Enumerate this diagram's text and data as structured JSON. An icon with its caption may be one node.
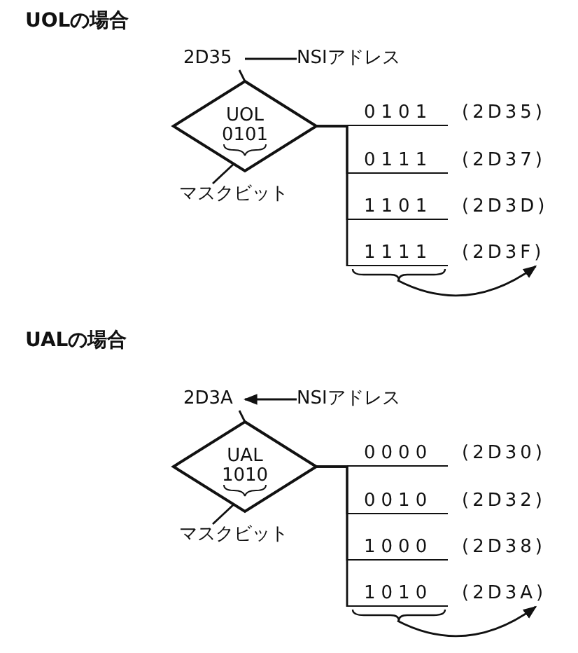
{
  "diagram": {
    "nodes": [
      {
        "text": [
          "UOL",
          "0101"
        ]
      },
      {
        "text": [
          "2D35"
        ]
      },
      {
        "text": [
          "NSIアドレス"
        ]
      },
      {
        "text": [
          "マスクビット"
        ]
      },
      {
        "text": [
          "0101"
        ]
      },
      {
        "text": [
          "(2D35)"
        ]
      },
      {
        "text": [
          "0111"
        ]
      },
      {
        "text": [
          "(2D37)"
        ]
      },
      {
        "text": [
          "1101"
        ]
      },
      {
        "text": [
          "(2D3D)"
        ]
      },
      {
        "text": [
          "1111"
        ]
      },
      {
        "text": [
          "(2D3F)"
        ]
      },
      {
        "text": [
          "UAL",
          "1010"
        ]
      },
      {
        "text": [
          "2D3A"
        ]
      },
      {
        "text": [
          "NSIアドレス"
        ]
      },
      {
        "text": [
          "マスクビット"
        ]
      },
      {
        "text": [
          "0000"
        ]
      },
      {
        "text": [
          "(2D30)"
        ]
      },
      {
        "text": [
          "0010"
        ]
      },
      {
        "text": [
          "(2D32)"
        ]
      },
      {
        "text": [
          "1000"
        ]
      },
      {
        "text": [
          "(2D38)"
        ]
      },
      {
        "text": [
          "1010"
        ]
      },
      {
        "text": [
          "(2D3A)"
        ]
      }
    ],
    "edges": [
      {
        "from": 2,
        "to": 1,
        "arrow": "none"
      },
      {
        "from": 1,
        "to": 0,
        "arrow": "none"
      },
      {
        "from": 3,
        "to": 0,
        "arrow": "none"
      },
      {
        "from": 0,
        "to": 4,
        "arrow": "none"
      },
      {
        "from": 0,
        "to": 6,
        "arrow": "none"
      },
      {
        "from": 0,
        "to": 8,
        "arrow": "none"
      },
      {
        "from": 0,
        "to": 10,
        "arrow": "none"
      },
      {
        "from": 10,
        "to": 11,
        "arrow": "to"
      },
      {
        "from": 14,
        "to": 13,
        "arrow": "to"
      },
      {
        "from": 13,
        "to": 12,
        "arrow": "none"
      },
      {
        "from": 15,
        "to": 12,
        "arrow": "none"
      },
      {
        "from": 12,
        "to": 16,
        "arrow": "none"
      },
      {
        "from": 12,
        "to": 18,
        "arrow": "none"
      },
      {
        "from": 12,
        "to": 20,
        "arrow": "none"
      },
      {
        "from": 12,
        "to": 22,
        "arrow": "none"
      },
      {
        "from": 22,
        "to": 23,
        "arrow": "to"
      }
    ],
    "labels": [
      "UOLの場合",
      "UALの場合"
    ]
  }
}
